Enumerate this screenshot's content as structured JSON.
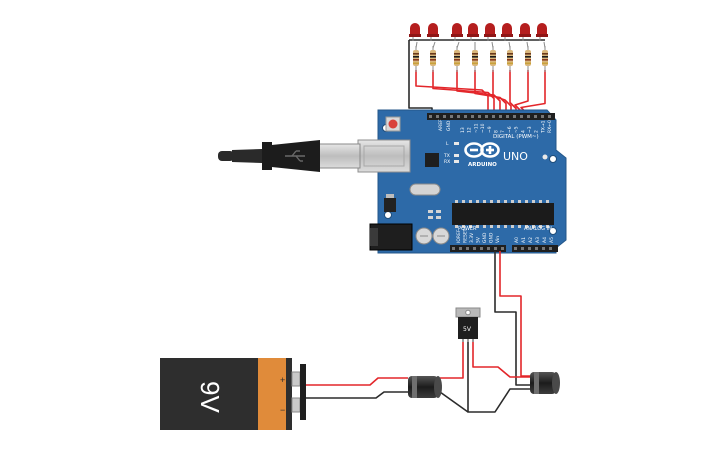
{
  "board": {
    "brand": "ARDUINO",
    "model": "UNO",
    "digital_label": "DIGITAL (PWM~)",
    "power_label": "POWER",
    "analog_label": "ANALOG IN",
    "aref": "AREF",
    "gnd": "GND",
    "led_l": "L",
    "led_tx": "TX",
    "led_rx": "RX",
    "digital_pins": [
      "13",
      "12",
      "~11",
      "~10",
      "~9",
      "8",
      "7",
      "~6",
      "~5",
      "4",
      "~3",
      "2",
      "TX→1",
      "RX←0"
    ],
    "power_pins": [
      "IOREF",
      "RESET",
      "3.3V",
      "5V",
      "GND",
      "GND",
      "Vin"
    ],
    "analog_pins": [
      "A0",
      "A1",
      "A2",
      "A3",
      "A4",
      "A5"
    ]
  },
  "regulator": {
    "label": "5V"
  },
  "battery": {
    "voltage": "9V",
    "plus": "+",
    "minus": "−"
  },
  "leds": {
    "count": 8,
    "color": "#b51e1e"
  },
  "colors": {
    "board": "#2d6aa8",
    "wire_red": "#e3262a",
    "wire_black": "#2b2b2b",
    "battery_body": "#2e2e2e",
    "battery_label": "#e08b3a"
  }
}
